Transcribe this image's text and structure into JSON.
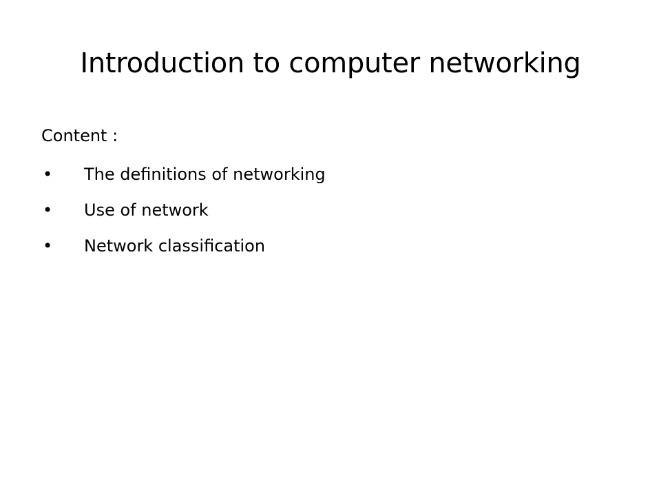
{
  "slide": {
    "title": "Introduction to computer networking",
    "content_label": "Content :",
    "bullets": [
      "The definitions of networking",
      "Use of network",
      "Network classification"
    ],
    "bullet_glyph": "•",
    "colors": {
      "background": "#ffffff",
      "text": "#000000"
    }
  }
}
